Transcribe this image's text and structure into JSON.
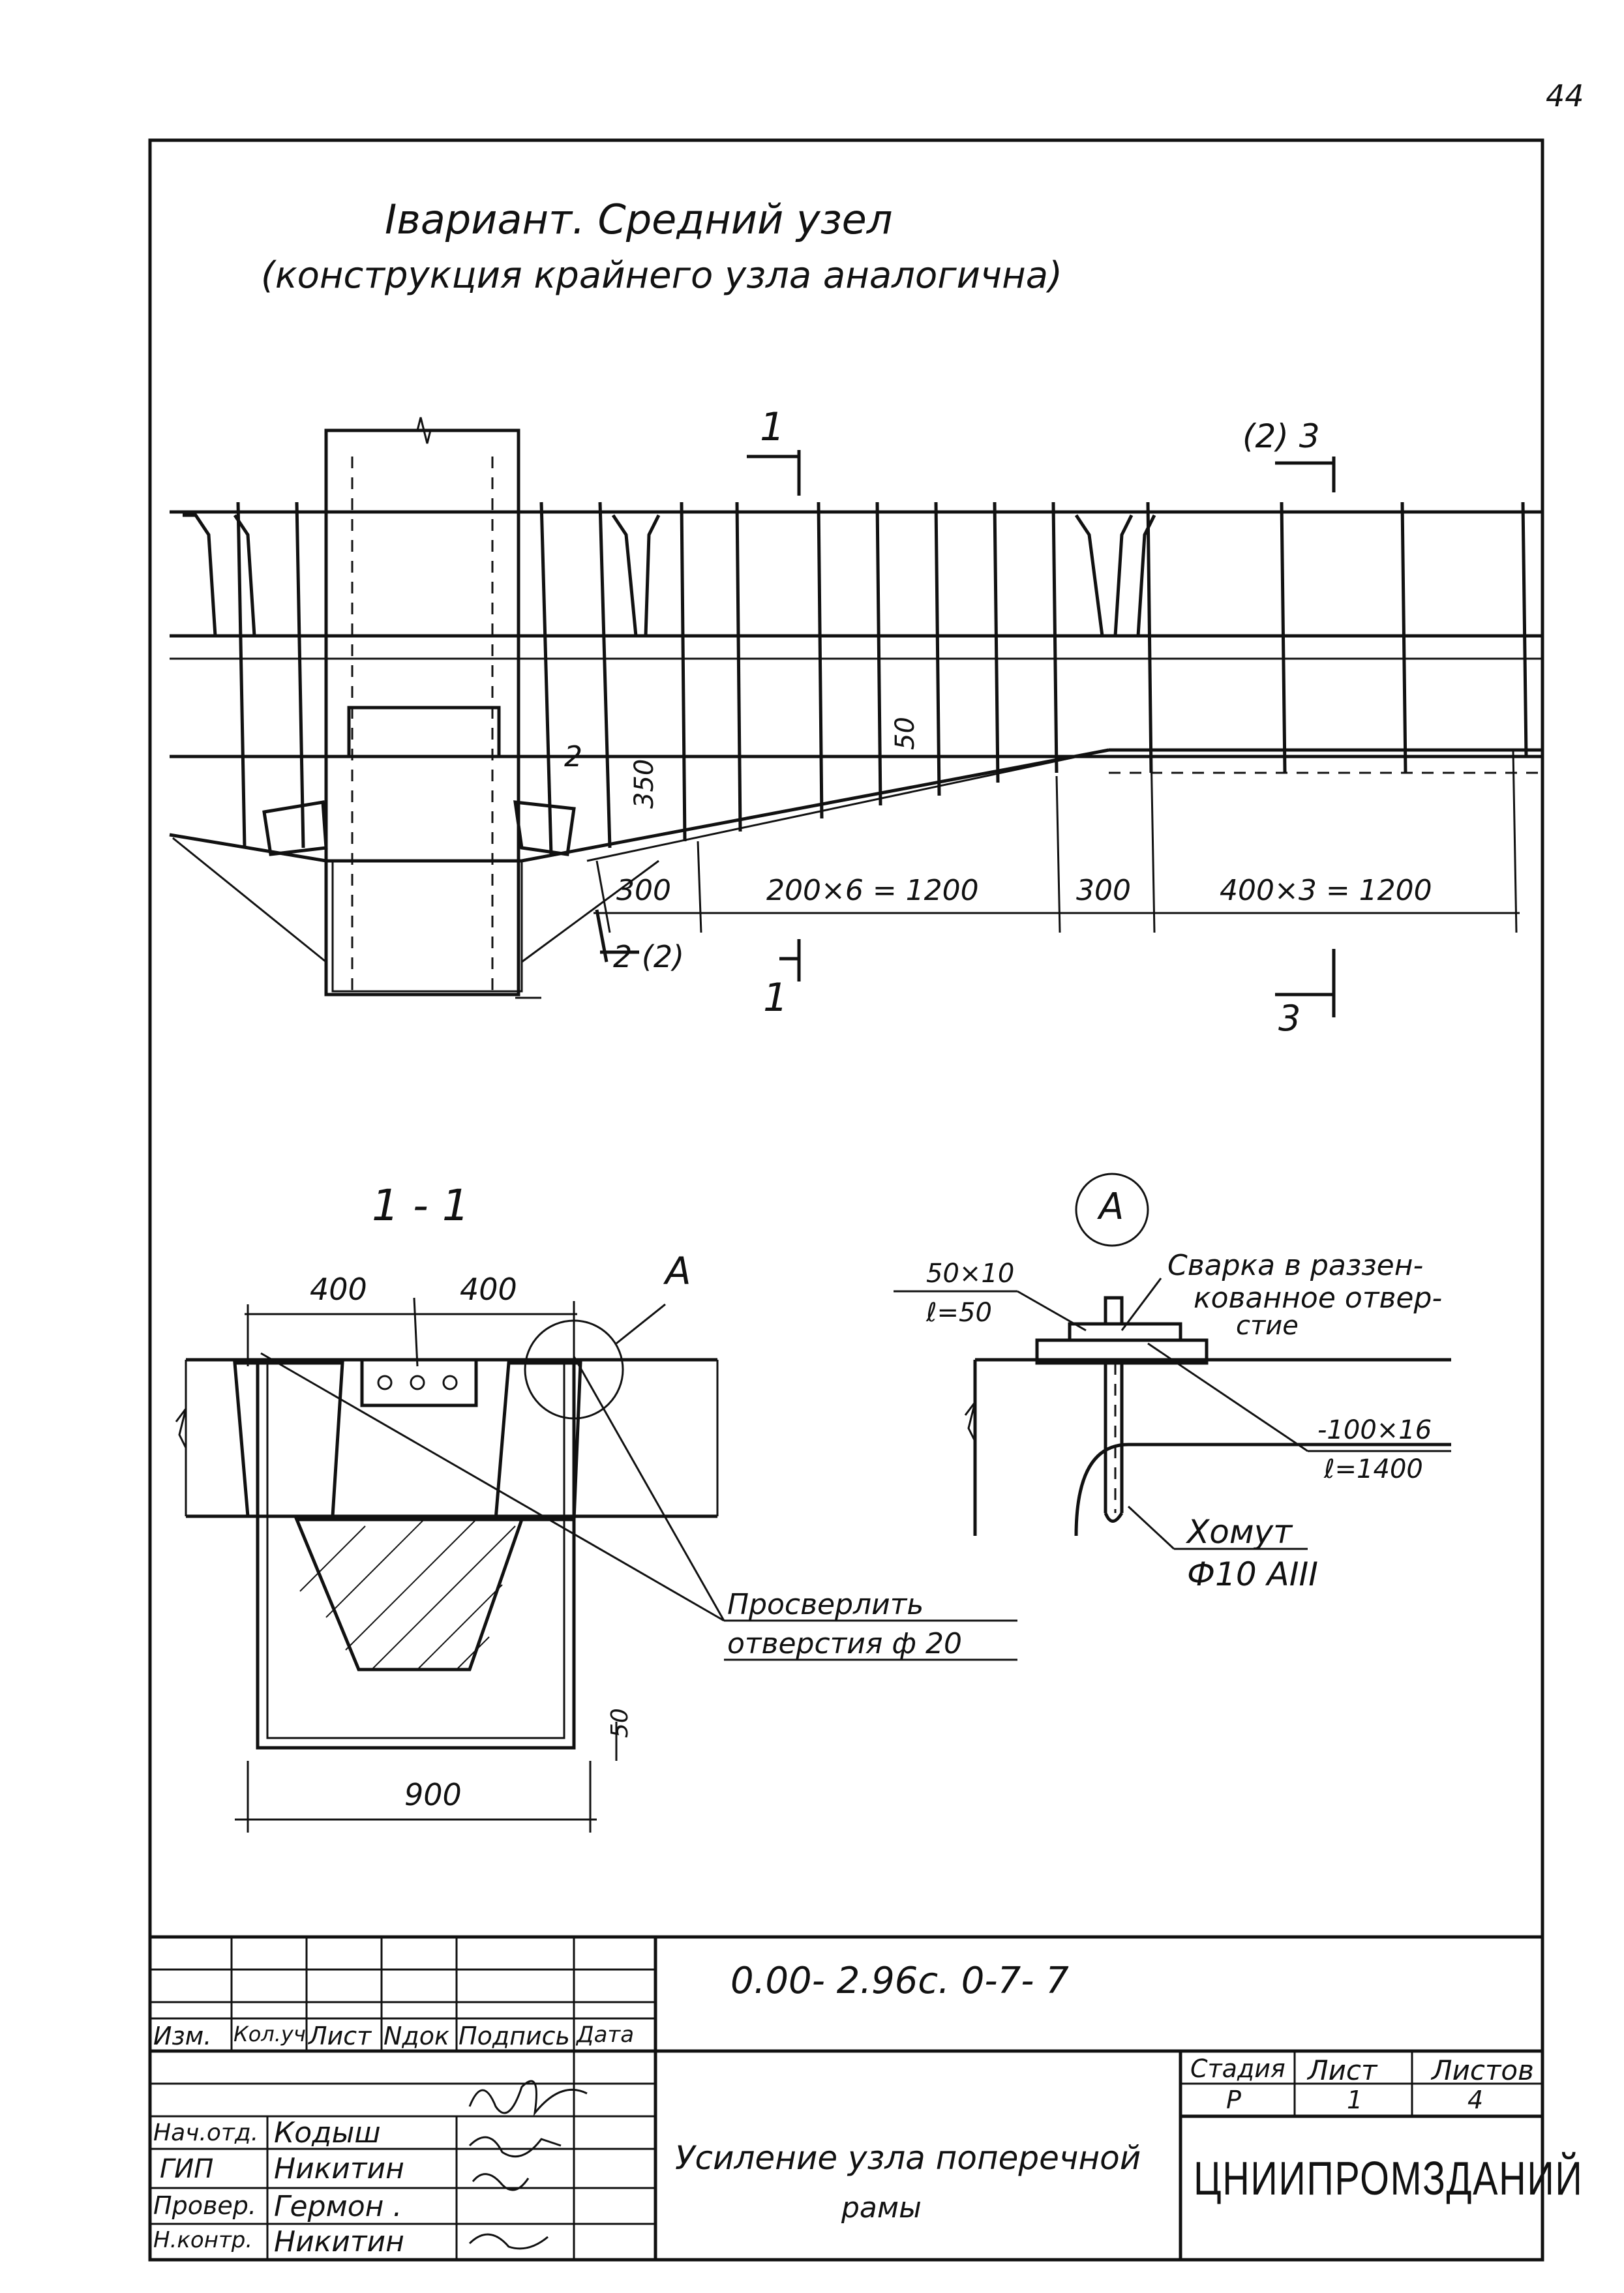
{
  "page_number": "44",
  "title": {
    "line1": "Iвариант. Средний узел",
    "line2": "(конструкция крайнего узла аналогична)"
  },
  "elevation": {
    "section_marks": {
      "cut1_top": "1",
      "cut1_bottom": "1",
      "cut3_top": "(2) 3",
      "cut3_bottom": "3",
      "cut2": "2 (2)",
      "callout2": "2"
    },
    "dimensions": {
      "d350": "350",
      "d50": "50",
      "d300a": "300",
      "d_200x6": "200×6 = 1200",
      "d300b": "300",
      "d_400x3": "400×3 = 1200"
    }
  },
  "section_1_1": {
    "label": "1 - 1",
    "dim_left": "400",
    "dim_right": "400",
    "dim_bottom": "900",
    "dim_side": "50",
    "callout_A": "A",
    "note_line1": "Просверлить",
    "note_line2": "отверстия ф 20"
  },
  "detail_A": {
    "label": "A",
    "plate": "50×10",
    "plate_len": "ℓ=50",
    "weld_line1": "Сварка в раззен-",
    "weld_line2": "кованное отвер-",
    "weld_line3": "стие",
    "strip": "-100×16",
    "strip_len": "ℓ=1400",
    "clamp": "Хомут",
    "clamp_dia": "Ф10 АIII"
  },
  "title_block": {
    "doc_code": "0.00- 2.96с. 0-7- 7",
    "headers": [
      "Изм.",
      "Кол.уч",
      "Лист",
      "Nдок",
      "Подпись",
      "Дата"
    ],
    "roles": [
      {
        "role": "Нач.отд.",
        "name": "Кодыш"
      },
      {
        "role": "ГИП",
        "name": "Никитин"
      },
      {
        "role": "Провер.",
        "name": "Гермон ."
      },
      {
        "role": "Н.контр.",
        "name": "Никитин"
      }
    ],
    "drawing_title_line1": "Усиление узла поперечной",
    "drawing_title_line2": "рамы",
    "stage_header": "Стадия",
    "sheet_header": "Лист",
    "sheets_header": "Листов",
    "stage": "Р",
    "sheet": "1",
    "sheets": "4",
    "organization": "ЦНИИПРОМЗДАНИЙ"
  }
}
